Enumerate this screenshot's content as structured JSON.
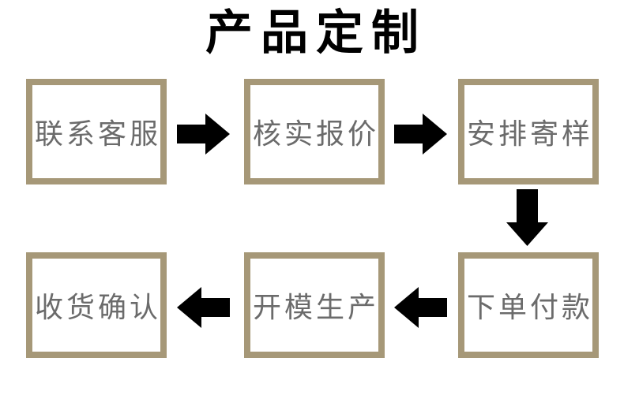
{
  "title": "产品定制",
  "colors": {
    "background": "#ffffff",
    "title_text": "#000000",
    "box_border": "#a69878",
    "box_text": "#6b6b6b",
    "arrow": "#000000"
  },
  "flow": {
    "steps": [
      {
        "order": 1,
        "label": "联系客服"
      },
      {
        "order": 2,
        "label": "核实报价"
      },
      {
        "order": 3,
        "label": "安排寄样"
      },
      {
        "order": 4,
        "label": "下单付款"
      },
      {
        "order": 5,
        "label": "开模生产"
      },
      {
        "order": 6,
        "label": "收货确认"
      }
    ],
    "connections": [
      {
        "from": "联系客服",
        "to": "核实报价",
        "direction": "right"
      },
      {
        "from": "核实报价",
        "to": "安排寄样",
        "direction": "right"
      },
      {
        "from": "安排寄样",
        "to": "下单付款",
        "direction": "down"
      },
      {
        "from": "下单付款",
        "to": "开模生产",
        "direction": "left"
      },
      {
        "from": "开模生产",
        "to": "收货确认",
        "direction": "left"
      }
    ]
  }
}
